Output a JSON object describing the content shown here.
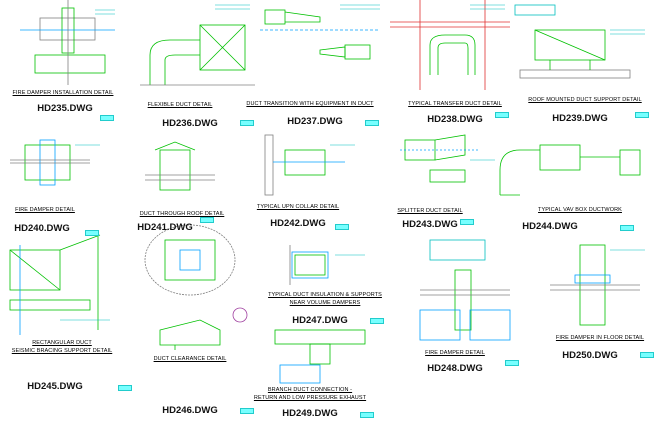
{
  "details": [
    {
      "id": "hd235",
      "title": "FIRE DAMPER INSTALLATION DETAIL",
      "file": "HD235.DWG"
    },
    {
      "id": "hd236",
      "title": "FLEXIBLE DUCT DETAIL",
      "file": "HD236.DWG"
    },
    {
      "id": "hd237",
      "title": "DUCT TRANSITION WITH EQUIPMENT IN DUCT",
      "file": "HD237.DWG"
    },
    {
      "id": "hd238",
      "title": "TYPICAL TRANSFER DUCT DETAIL",
      "file": "HD238.DWG"
    },
    {
      "id": "hd239",
      "title": "ROOF MOUNTED DUCT SUPPORT DETAIL",
      "file": "HD239.DWG"
    },
    {
      "id": "hd240",
      "title": "FIRE DAMPER DETAIL",
      "file": "HD240.DWG"
    },
    {
      "id": "hd241",
      "title": "DUCT THROUGH ROOF DETAIL",
      "file": "HD241.DWG"
    },
    {
      "id": "hd242",
      "title": "TYPICAL UPN COLLAR DETAIL",
      "file": "HD242.DWG"
    },
    {
      "id": "hd243",
      "title": "SPLITTER DUCT DETAIL",
      "file": "HD243.DWG"
    },
    {
      "id": "hd244",
      "title": "TYPICAL VAV BOX DUCTWORK",
      "file": "HD244.DWG"
    },
    {
      "id": "hd245",
      "title": "RECTANGULAR DUCT",
      "title2": "SEISMIC BRACING SUPPORT DETAIL",
      "file": "HD245.DWG"
    },
    {
      "id": "hd246",
      "title": "DUCT CLEARANCE DETAIL",
      "file": "HD246.DWG"
    },
    {
      "id": "hd247",
      "title": "TYPICAL DUCT INSULATION & SUPPORTS",
      "title2": "NEAR VOLUME DAMPERS",
      "file": "HD247.DWG"
    },
    {
      "id": "hd248",
      "title": "FIRE DAMPER DETAIL",
      "file": "HD248.DWG"
    },
    {
      "id": "hd249",
      "title": "BRANCH DUCT CONNECTION -",
      "title2": "RETURN AND LOW PRESSURE EXHAUST",
      "file": "HD249.DWG"
    },
    {
      "id": "hd250",
      "title": "FIRE DAMPER IN FLOOR DETAIL",
      "file": "HD250.DWG"
    }
  ],
  "colors": {
    "line": "#00c000",
    "accent": "#00a0ff",
    "note": "#00bfbf",
    "wall": "#808080",
    "pipe": "#e03030"
  }
}
